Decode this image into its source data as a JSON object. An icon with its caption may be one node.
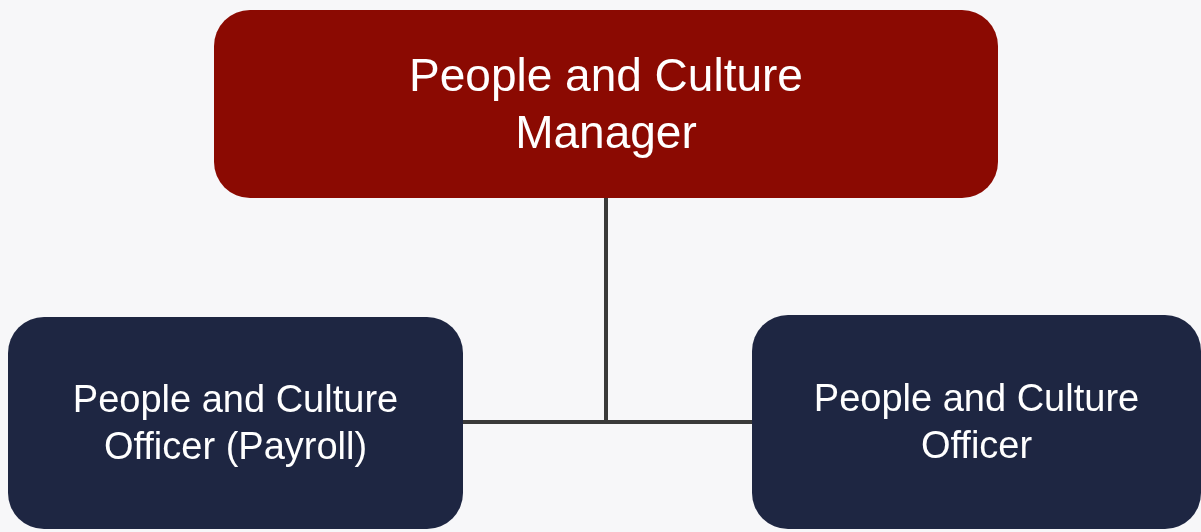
{
  "diagram": {
    "nodes": [
      {
        "text": [
          "People and Culture Manager"
        ]
      },
      {
        "text": [
          "People and Culture Officer (Payroll)"
        ]
      },
      {
        "text": [
          "People and Culture Officer"
        ]
      }
    ],
    "edges": [
      {
        "from": 0,
        "to": 1,
        "arrow": "none"
      },
      {
        "from": 0,
        "to": 2,
        "arrow": "none"
      }
    ]
  }
}
